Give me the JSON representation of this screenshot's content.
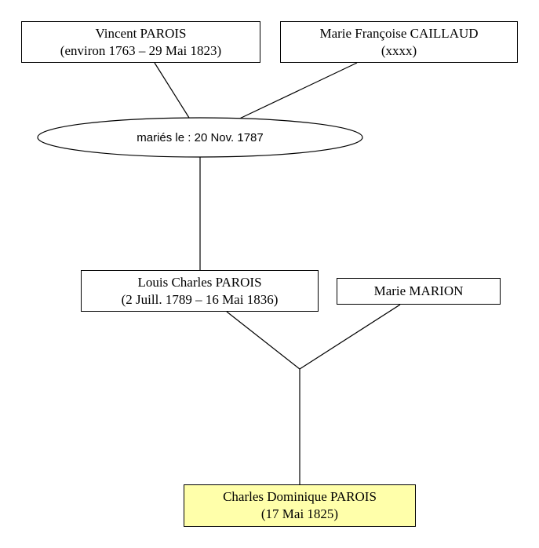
{
  "persons": {
    "vincent": {
      "name": "Vincent PAROIS",
      "dates": "(environ 1763 – 29 Mai 1823)"
    },
    "marie_francoise": {
      "name": "Marie Françoise CAILLAUD",
      "dates": "(xxxx)"
    },
    "louis": {
      "name": "Louis Charles PAROIS",
      "dates": "(2 Juill. 1789 – 16 Mai 1836)"
    },
    "marie_marion": {
      "name": "Marie MARION"
    },
    "charles": {
      "name": "Charles Dominique PAROIS",
      "dates": "(17 Mai 1825)"
    }
  },
  "marriage": {
    "label": "mariés le : 20 Nov. 1787"
  },
  "colors": {
    "line": "#000000",
    "box_border": "#000000",
    "box_fill": "#ffffff",
    "highlight_fill": "#ffffaa"
  }
}
